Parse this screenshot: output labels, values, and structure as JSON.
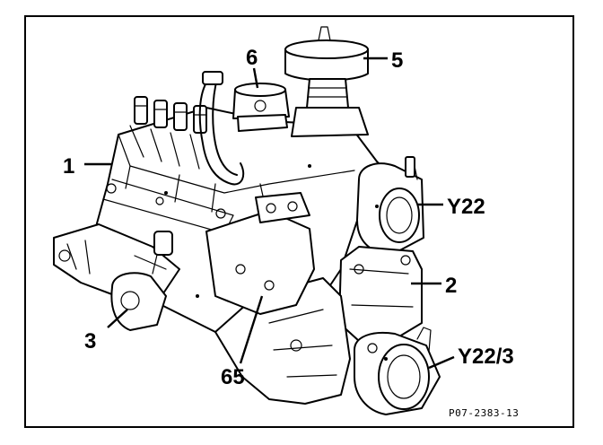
{
  "callouts": {
    "c1": "1",
    "c2": "2",
    "c3": "3",
    "c5": "5",
    "c6": "6",
    "c65": "65",
    "y22": "Y22",
    "y22_3": "Y22/3"
  },
  "reference_code": "P07-2383-13",
  "colors": {
    "ink": "#000000",
    "paper": "#ffffff"
  }
}
